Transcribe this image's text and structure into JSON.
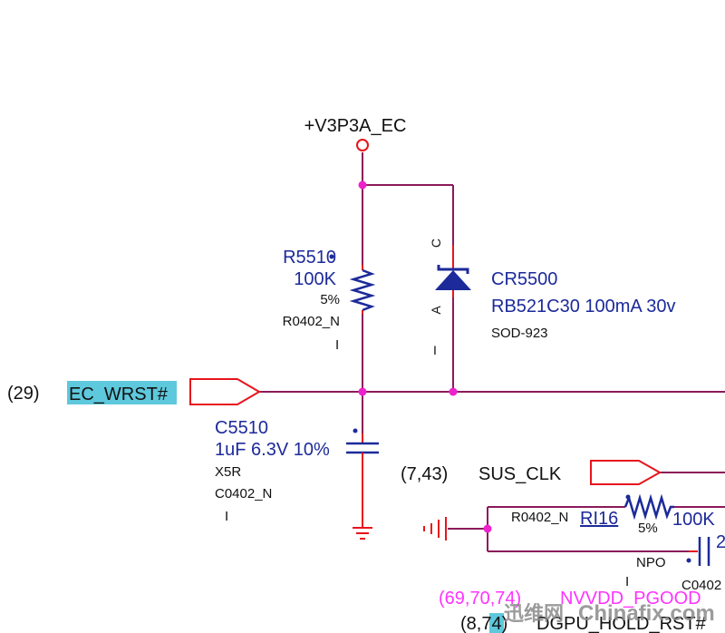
{
  "power_rail": {
    "label": "+V3P3A_EC"
  },
  "resistor_r5510": {
    "ref": "R5510",
    "value": "100K",
    "tolerance": "5%",
    "package": "R0402_N",
    "pin_mark": "I"
  },
  "diode_cr5500": {
    "ref": "CR5500",
    "part": "RB521C30 100mA 30v",
    "package": "SOD-923",
    "pin_cathode": "C",
    "pin_anode": "A",
    "pin_mark": "I"
  },
  "capacitor_c5510": {
    "ref": "C5510",
    "value": "1uF 6.3V 10%",
    "dielectric": "X5R",
    "package": "C0402_N",
    "pin_mark": "I"
  },
  "net_ec_wrst": {
    "page_ref": "(29)",
    "name": "EC_WRST#"
  },
  "net_sus_clk": {
    "page_ref": "(7,43)",
    "name": "SUS_CLK"
  },
  "resistor_ri16": {
    "package": "R0402_N",
    "ref": "RI16",
    "tolerance": "5%",
    "value": "100K"
  },
  "capacitor_partial": {
    "dielectric": "NPO",
    "package": "C0402",
    "value_fragment": "2",
    "pin_mark": "I"
  },
  "net_nvvdd": {
    "page_ref": "(69,70,74)",
    "name": "NVVDD_PGOOD"
  },
  "net_dgpu": {
    "page_ref": "(8,74)",
    "name": "DGPU_HOLD_RST#"
  },
  "watermark": {
    "cn": "迅维网",
    "en": "Chinafix.com"
  },
  "colors": {
    "wire": "#8b1a5a",
    "component": "#1c2a9a",
    "port_outline": "#e8141c",
    "junction": "#ee22cc",
    "highlight": "#5ec8dc",
    "magenta_text": "#ff33ff"
  }
}
